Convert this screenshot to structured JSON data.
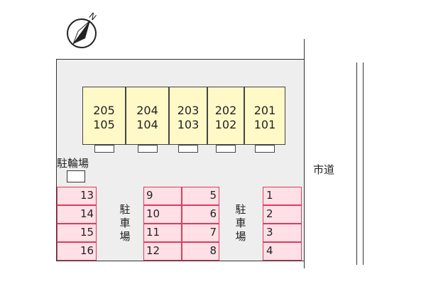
{
  "compass": {
    "north_label": "N"
  },
  "units": [
    {
      "upper": "205",
      "lower": "105"
    },
    {
      "upper": "204",
      "lower": "104"
    },
    {
      "upper": "203",
      "lower": "103"
    },
    {
      "upper": "202",
      "lower": "102"
    },
    {
      "upper": "201",
      "lower": "101"
    }
  ],
  "bicycle_parking_label": "駐輪場",
  "parking_label": "駐車場",
  "road_label": "市道",
  "parking_left": [
    "13",
    "14",
    "15",
    "16"
  ],
  "parking_middle_left": [
    "9",
    "10",
    "11",
    "12"
  ],
  "parking_middle_right": [
    "5",
    "6",
    "7",
    "8"
  ],
  "parking_right": [
    "1",
    "2",
    "3",
    "4"
  ],
  "colors": {
    "building_fill": "#fff9c8",
    "parking_fill": "#ffe0e6",
    "parking_border": "#e23a5a",
    "lot_fill": "#eeeeee"
  }
}
